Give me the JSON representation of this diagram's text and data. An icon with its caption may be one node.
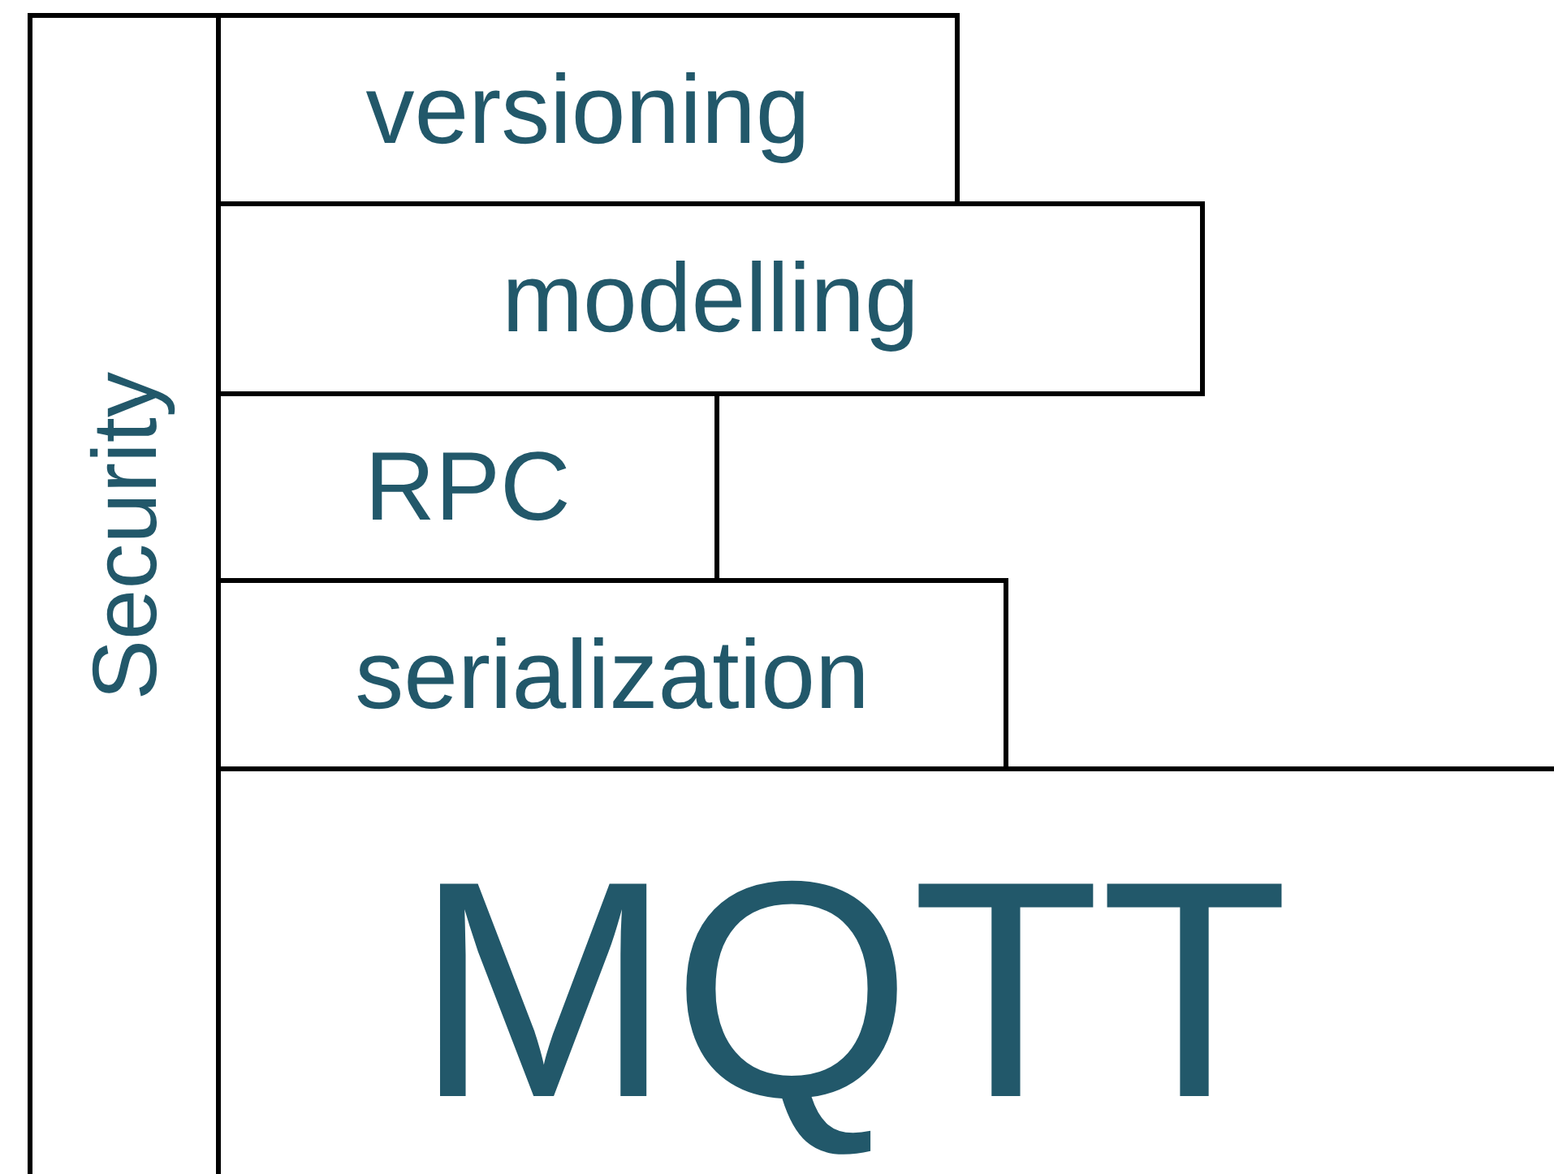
{
  "diagram": {
    "nodes": [
      {
        "text": [
          "Security"
        ]
      },
      {
        "text": [
          "versioning"
        ]
      },
      {
        "text": [
          "modelling"
        ]
      },
      {
        "text": [
          "RPC"
        ]
      },
      {
        "text": [
          "serialization"
        ]
      },
      {
        "text": [
          "MQTT"
        ]
      }
    ]
  }
}
